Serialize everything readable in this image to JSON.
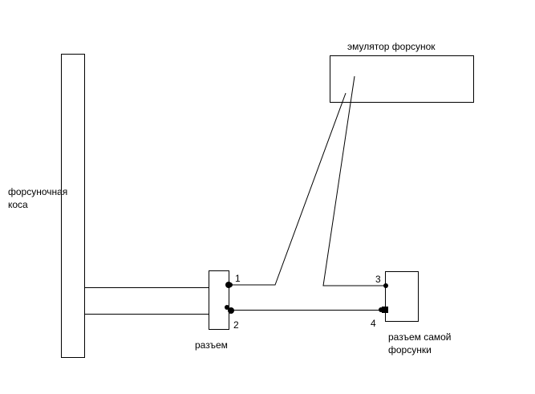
{
  "labels": {
    "injector_harness_line1": "форсуночная",
    "injector_harness_line2": "коса",
    "connector": "разъем",
    "injector_emulator": "эмулятор форсунок",
    "injector_connector_line1": "разъем самой",
    "injector_connector_line2": "форсунки"
  },
  "pins": {
    "p1": "1",
    "p2": "2",
    "p3": "3",
    "p4": "4"
  },
  "colors": {
    "line": "#000000",
    "background": "#ffffff"
  }
}
